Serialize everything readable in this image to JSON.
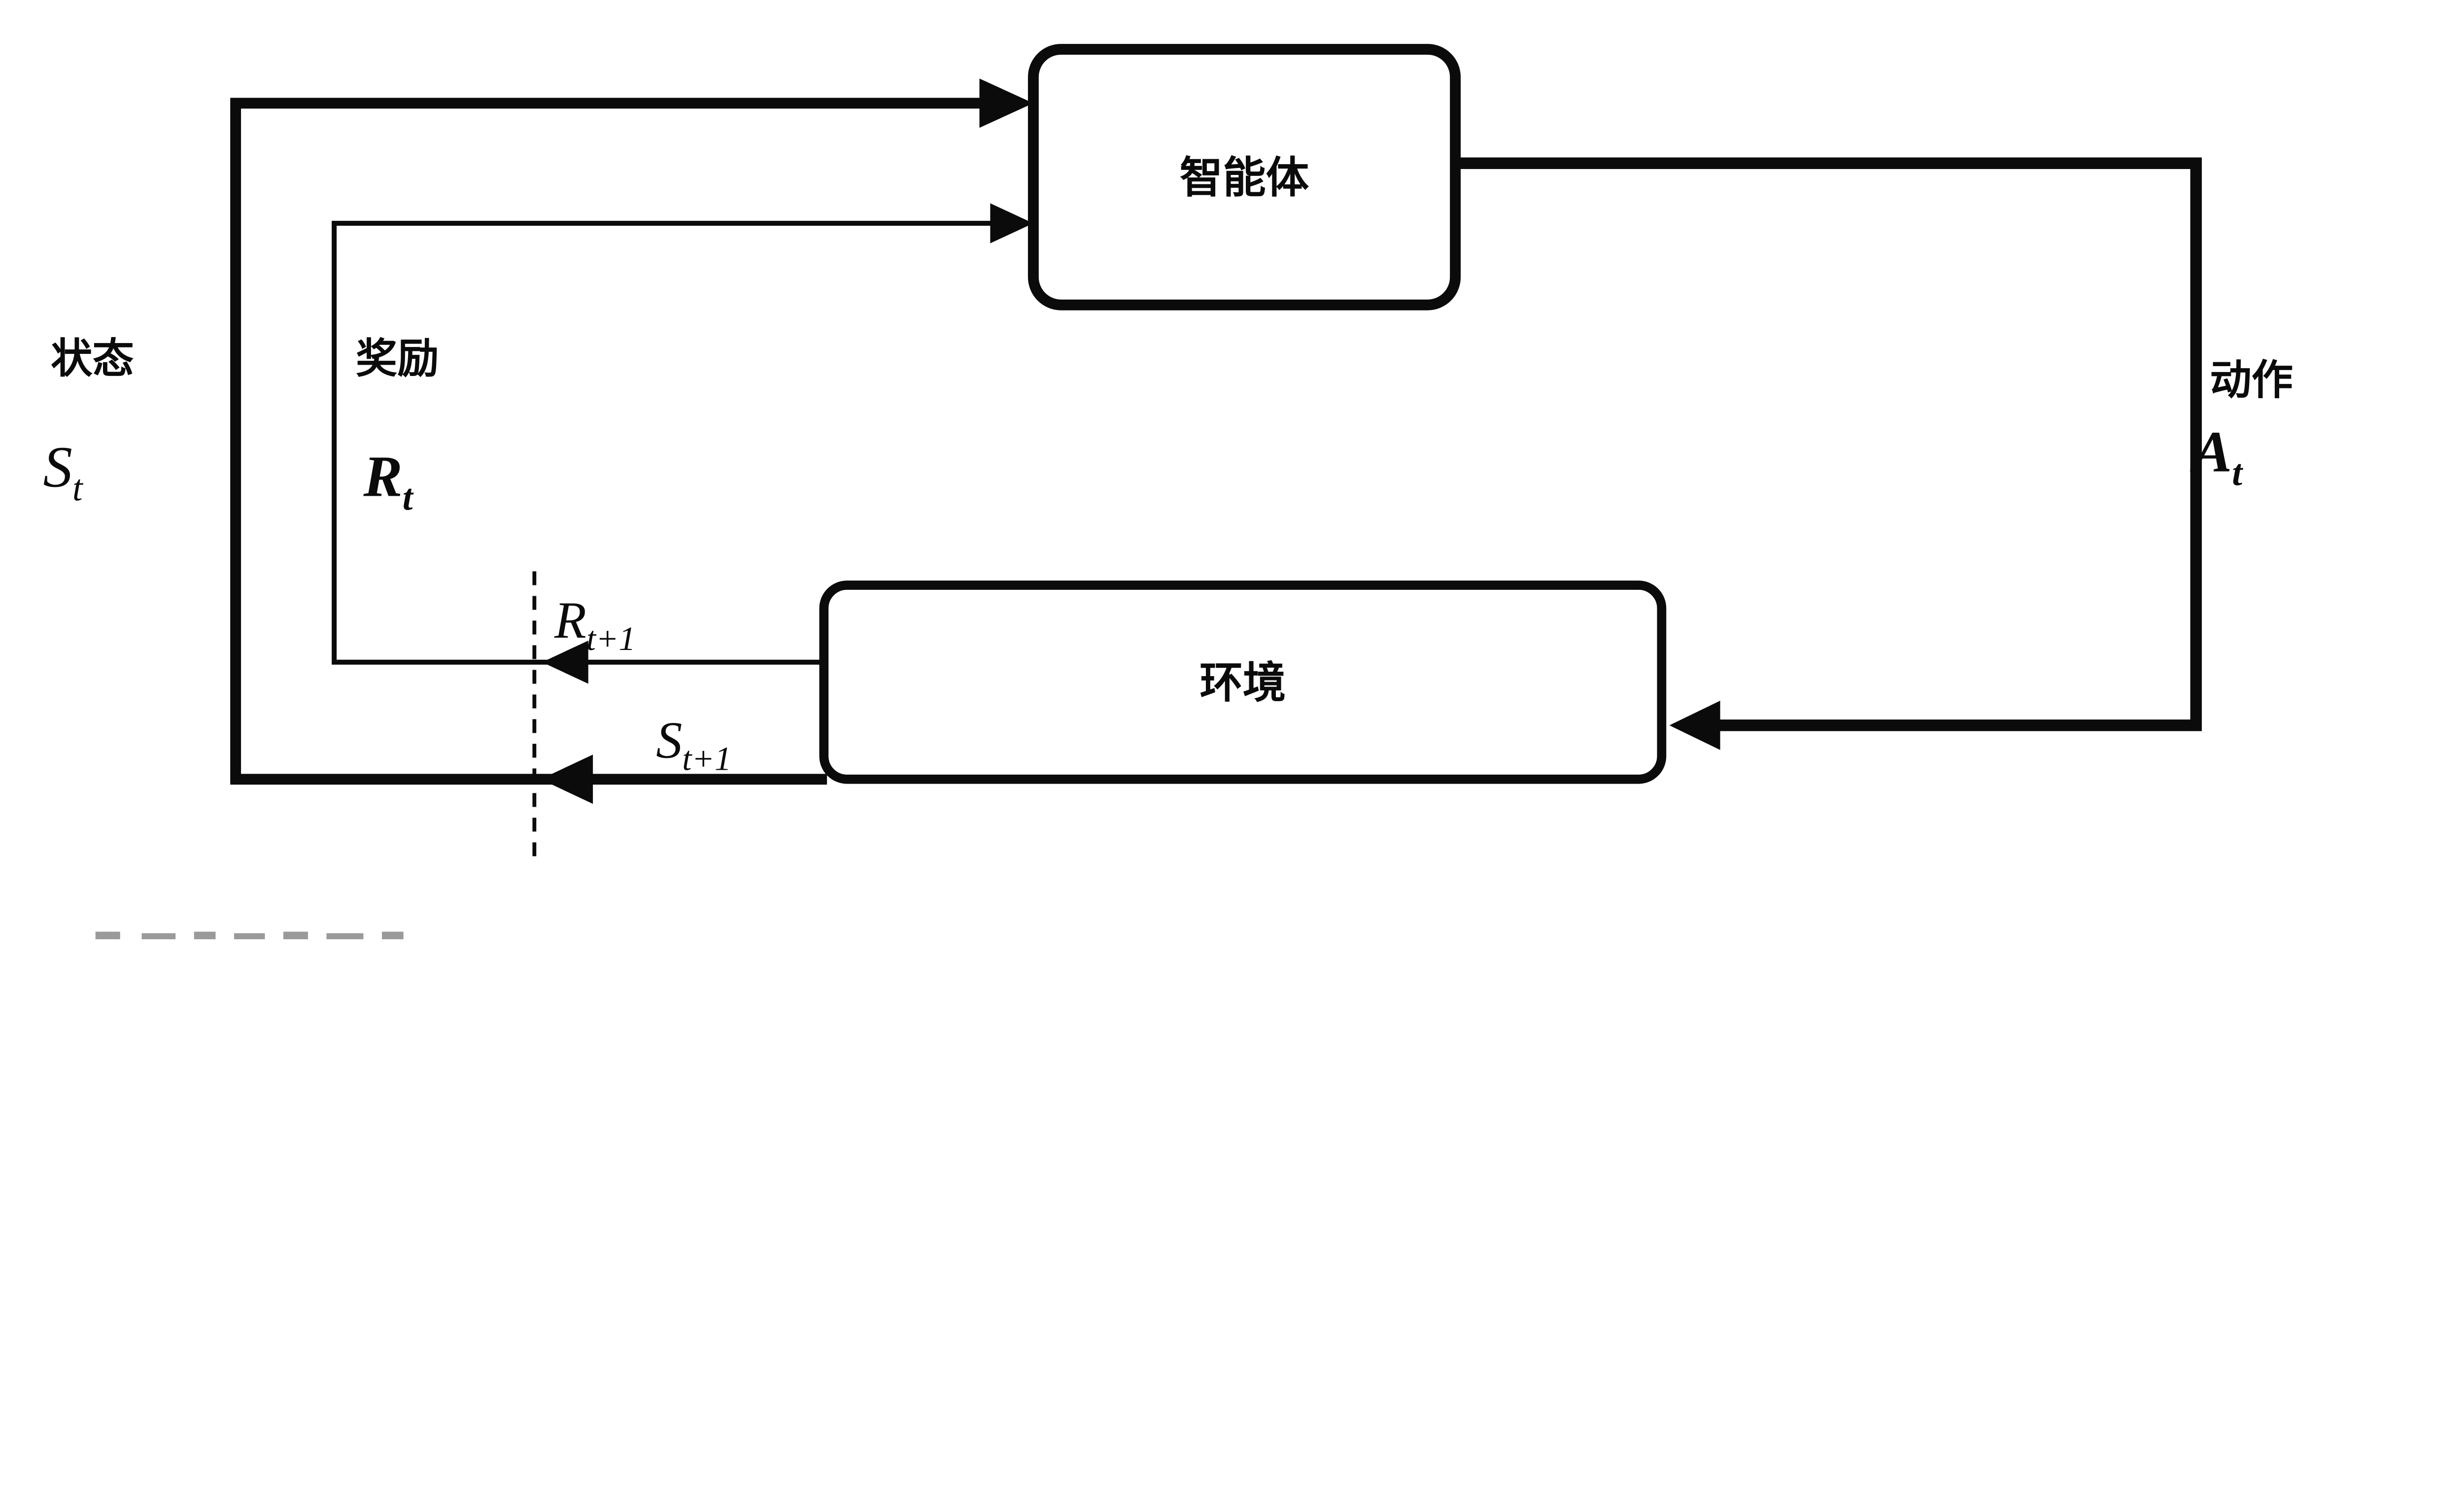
{
  "figure": {
    "background": "#ffffff",
    "line_color": "#0b0b0b",
    "type": "agent-environment reinforcement-learning loop diagram"
  },
  "nodes": {
    "agent": {
      "label": "智能体"
    },
    "environment": {
      "label": "环境"
    }
  },
  "labels": {
    "state": {
      "name": "状态",
      "symbol": "S",
      "sub": "t"
    },
    "reward": {
      "name": "奖励",
      "symbol": "R",
      "sub": "t"
    },
    "action": {
      "name": "动作",
      "symbol": "A",
      "sub": "t"
    },
    "next_reward": {
      "symbol": "R",
      "sub": "t+1"
    },
    "next_state": {
      "symbol": "S",
      "sub": "t+1"
    }
  },
  "edges": [
    {
      "from": "environment",
      "to": "agent",
      "meaning": "state",
      "label_cn": "状态",
      "label_math": "St"
    },
    {
      "from": "environment",
      "to": "agent",
      "meaning": "reward",
      "label_cn": "奖励",
      "label_math": "Rt"
    },
    {
      "from": "agent",
      "to": "environment",
      "meaning": "action",
      "label_cn": "动作",
      "label_math": "At"
    },
    {
      "from": "environment",
      "to": "boundary",
      "meaning": "next reward",
      "label_math": "Rt+1"
    },
    {
      "from": "environment",
      "to": "boundary",
      "meaning": "next state",
      "label_math": "St+1"
    }
  ]
}
